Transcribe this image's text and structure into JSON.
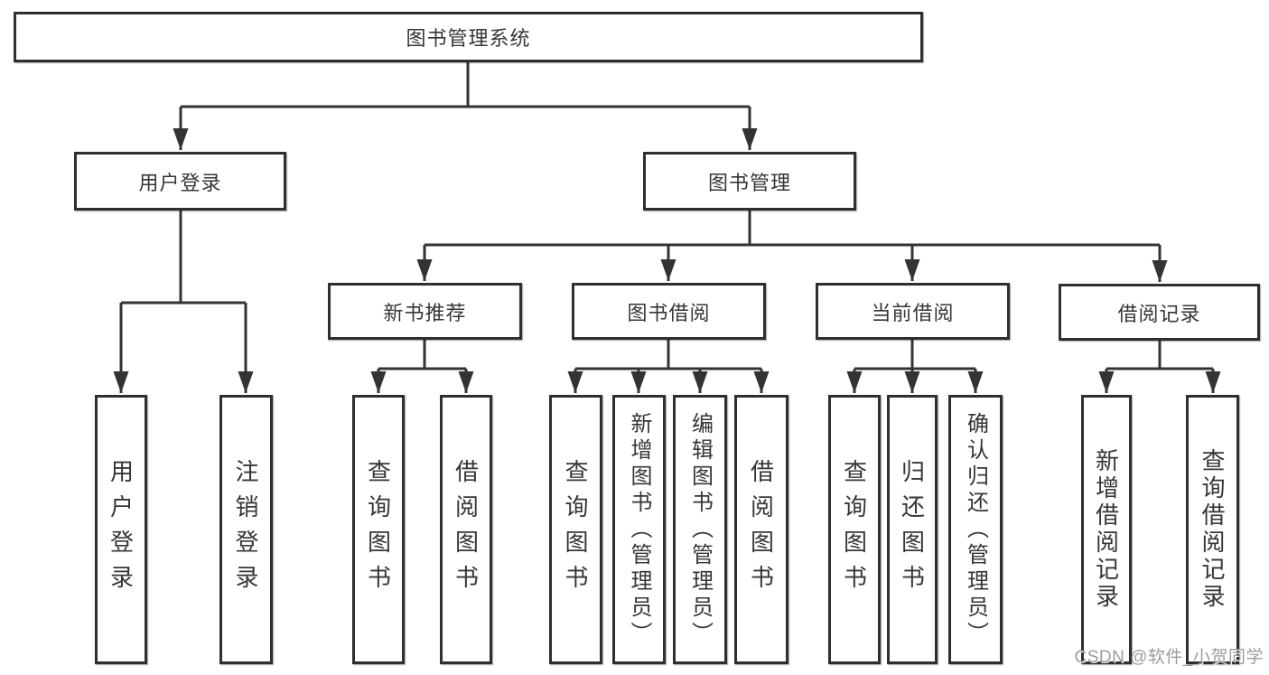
{
  "diagram_title": "图书管理系统",
  "tree": {
    "label": "图书管理系统",
    "children": [
      {
        "label": "用户登录",
        "children": [
          {
            "label": "用户登录"
          },
          {
            "label": "注销登录"
          }
        ]
      },
      {
        "label": "图书管理",
        "children": [
          {
            "label": "新书推荐",
            "children": [
              {
                "label": "查询图书"
              },
              {
                "label": "借阅图书"
              }
            ]
          },
          {
            "label": "图书借阅",
            "children": [
              {
                "label": "查询图书"
              },
              {
                "label": "新增图书（管理员）"
              },
              {
                "label": "编辑图书（管理员）"
              },
              {
                "label": "借阅图书"
              }
            ]
          },
          {
            "label": "当前借阅",
            "children": [
              {
                "label": "查询图书"
              },
              {
                "label": "归还图书"
              },
              {
                "label": "确认归还（管理员）"
              }
            ]
          },
          {
            "label": "借阅记录",
            "children": [
              {
                "label": "新增借阅记录"
              },
              {
                "label": "查询借阅记录"
              }
            ]
          }
        ]
      }
    ]
  },
  "watermark": {
    "text": "CSDN @软件_小贺同学"
  },
  "colors": {
    "line": "#333333",
    "box_border": "#2f2f2f",
    "text": "#363636",
    "background": "#ffffff",
    "watermark": "#949494"
  }
}
